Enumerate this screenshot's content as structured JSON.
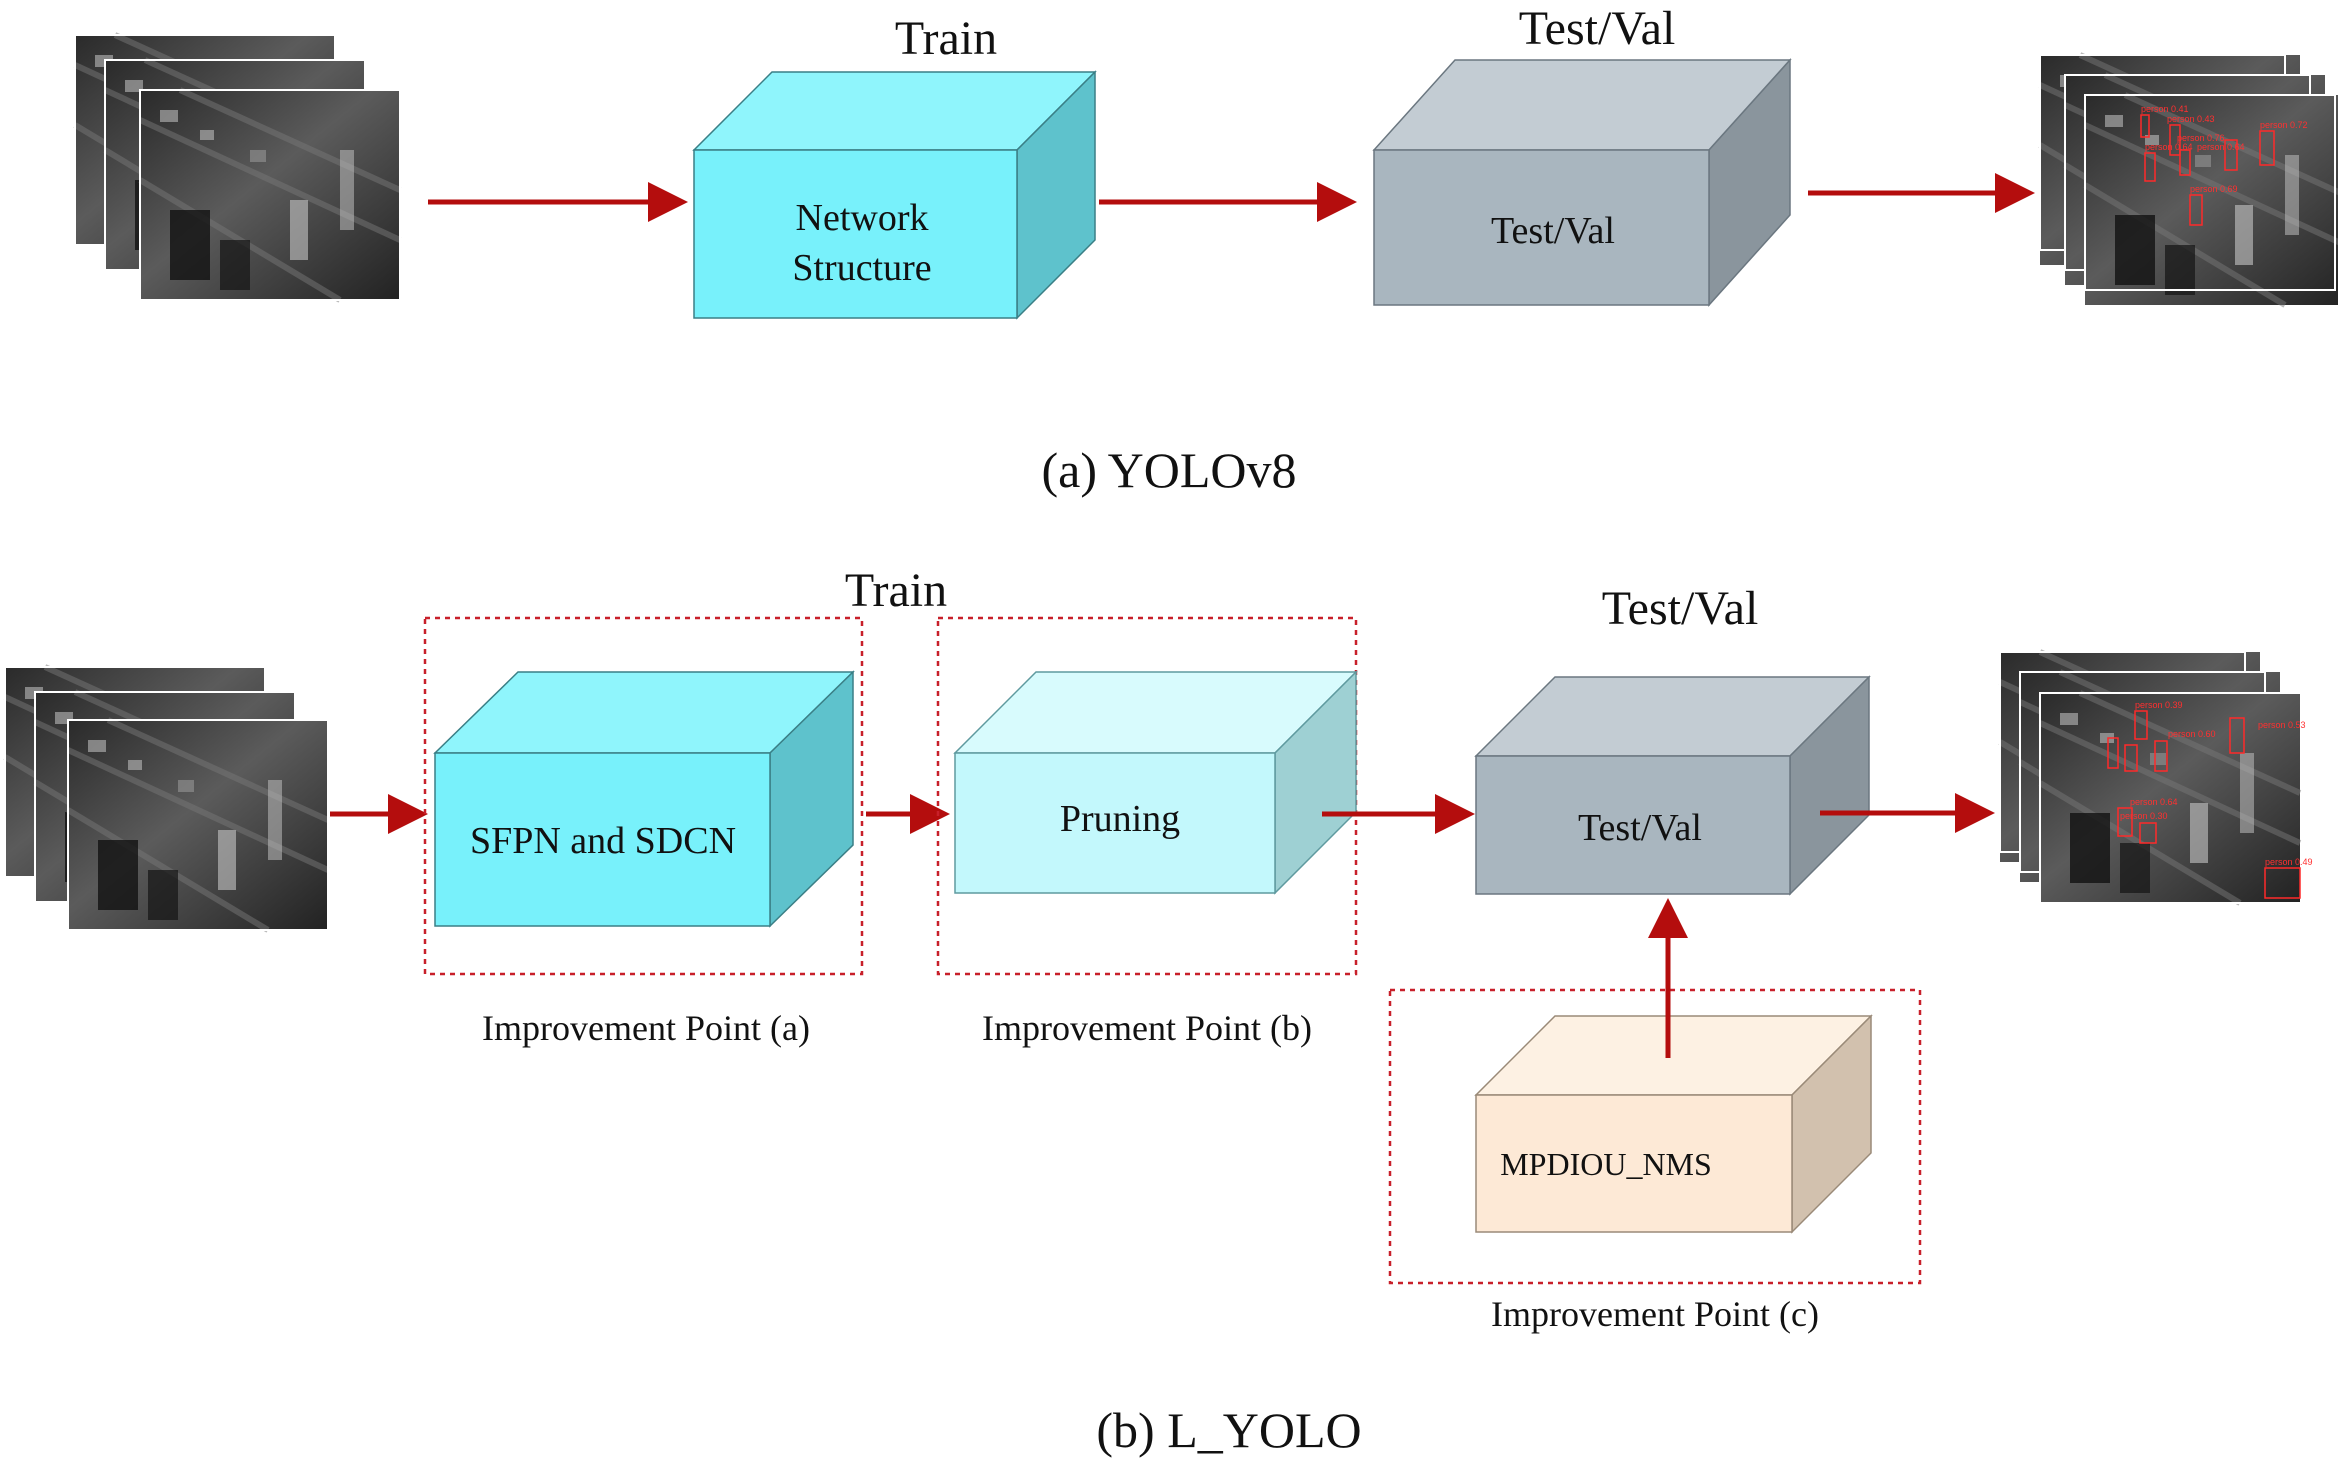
{
  "colors": {
    "arrow": "#b40d0d",
    "dashed_frame": "#c8202a",
    "cyan_front": "#78f1fb",
    "cyan_top": "#8ff5fc",
    "cyan_side": "#5ec2cc",
    "light_cyan_front": "#c3f8fc",
    "light_cyan_top": "#d8fbfd",
    "light_cyan_side": "#9ed0d3",
    "gray_front": "#a9b6bf",
    "gray_top": "#c3ccd3",
    "gray_side": "#8a959d",
    "peach_front": "#fde9d6",
    "peach_top": "#fdf1e3",
    "peach_side": "#d2c1ae",
    "detection_box": "#ff2a2a"
  },
  "icons": {
    "input_frames": "thermal-image-stack",
    "output_frames": "detection-result-stack"
  },
  "top": {
    "train_heading": "Train",
    "test_heading": "Test/Val",
    "network_label_line1": "Network",
    "network_label_line2": "Structure",
    "test_label": "Test/Val",
    "caption": "(a) YOLOv8",
    "detections": [
      "person 0.41",
      "person 0.43",
      "person 0.72",
      "person 0.76",
      "person 0.64",
      "person 0.64",
      "person 0.69"
    ]
  },
  "bottom": {
    "train_heading": "Train",
    "test_heading": "Test/Val",
    "sfpn_label": "SFPN and SDCN",
    "pruning_label": "Pruning",
    "test_label": "Test/Val",
    "mpdiou_label": "MPDIOU_NMS",
    "improvement_a": "Improvement Point (a)",
    "improvement_b": "Improvement Point (b)",
    "improvement_c": "Improvement Point (c)",
    "caption": "(b)  L_YOLO",
    "detections": [
      "person 0.39",
      "person 0.53",
      "person 0.60",
      "person 0.64",
      "person 0.30",
      "person 0.49"
    ]
  }
}
